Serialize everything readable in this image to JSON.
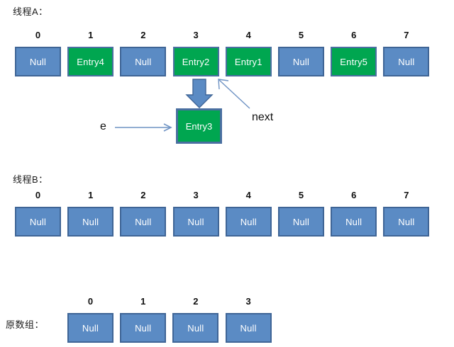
{
  "diagram": {
    "title_hint": "HashMap resize concurrency illustration",
    "colors": {
      "null_fill": "#5b8bc4",
      "null_border": "#3f6596",
      "entry_fill": "#00a650",
      "entry_border": "#4a6fa0",
      "arrow_thick": "#5b8bc4",
      "arrow_thin": "#6f93c4",
      "text": "#101010",
      "background": "#ffffff"
    }
  },
  "thread_a": {
    "label": "线程A：",
    "indices": [
      "0",
      "1",
      "2",
      "3",
      "4",
      "5",
      "6",
      "7"
    ],
    "cells": [
      {
        "text": "Null",
        "kind": "null"
      },
      {
        "text": "Entry4",
        "kind": "entry"
      },
      {
        "text": "Null",
        "kind": "null"
      },
      {
        "text": "Entry2",
        "kind": "entry"
      },
      {
        "text": "Entry1",
        "kind": "entry"
      },
      {
        "text": "Null",
        "kind": "null"
      },
      {
        "text": "Entry5",
        "kind": "entry"
      },
      {
        "text": "Null",
        "kind": "null"
      }
    ]
  },
  "detached_node": {
    "text": "Entry3",
    "kind": "entry",
    "pointer_label": "e",
    "next_label": "next"
  },
  "thread_b": {
    "label": "线程B：",
    "indices": [
      "0",
      "1",
      "2",
      "3",
      "4",
      "5",
      "6",
      "7"
    ],
    "cells": [
      {
        "text": "Null",
        "kind": "null"
      },
      {
        "text": "Null",
        "kind": "null"
      },
      {
        "text": "Null",
        "kind": "null"
      },
      {
        "text": "Null",
        "kind": "null"
      },
      {
        "text": "Null",
        "kind": "null"
      },
      {
        "text": "Null",
        "kind": "null"
      },
      {
        "text": "Null",
        "kind": "null"
      },
      {
        "text": "Null",
        "kind": "null"
      }
    ]
  },
  "original_array": {
    "label": "原数组：",
    "indices": [
      "0",
      "1",
      "2",
      "3"
    ],
    "cells": [
      {
        "text": "Null",
        "kind": "null"
      },
      {
        "text": "Null",
        "kind": "null"
      },
      {
        "text": "Null",
        "kind": "null"
      },
      {
        "text": "Null",
        "kind": "null"
      }
    ]
  }
}
